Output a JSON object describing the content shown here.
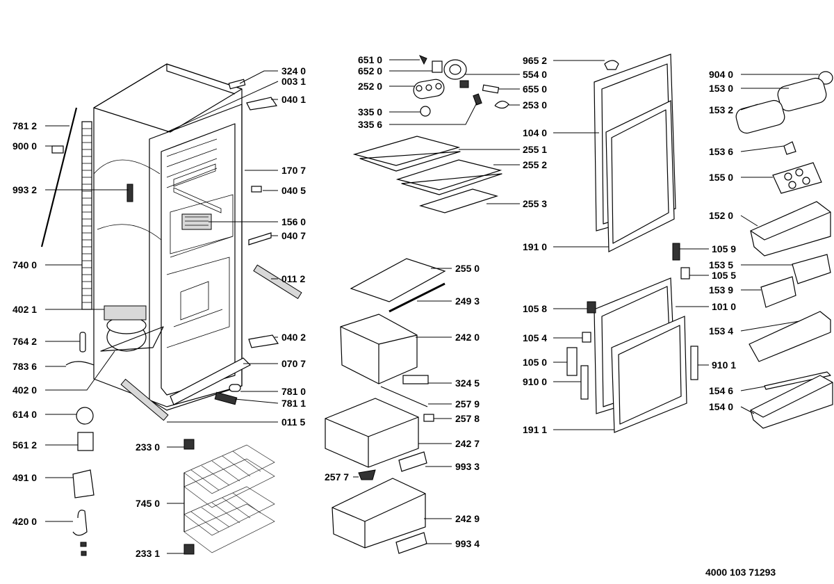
{
  "drawing_number": "4000 103 71293",
  "labels": {
    "p781_2": "781 2",
    "p900_0": "900 0",
    "p993_2": "993 2",
    "p740_0": "740 0",
    "p402_1": "402 1",
    "p764_2": "764 2",
    "p783_6": "783 6",
    "p402_0": "402 0",
    "p614_0": "614 0",
    "p561_2": "561 2",
    "p491_0": "491 0",
    "p420_0": "420 0",
    "p324_0": "324 0",
    "p003_1": "003 1",
    "p040_1": "040 1",
    "p170_7": "170 7",
    "p040_5": "040 5",
    "p156_0": "156 0",
    "p040_7": "040 7",
    "p011_2": "011 2",
    "p040_2": "040 2",
    "p070_7": "070 7",
    "p781_0": "781 0",
    "p781_1": "781 1",
    "p011_5": "011 5",
    "p233_0": "233 0",
    "p745_0": "745 0",
    "p233_1": "233 1",
    "p651_0": "651 0",
    "p652_0": "652 0",
    "p252_0": "252 0",
    "p335_0": "335 0",
    "p335_6": "335 6",
    "p554_0": "554 0",
    "p655_0": "655 0",
    "p253_0": "253 0",
    "p255_1": "255 1",
    "p255_2": "255 2",
    "p255_3": "255 3",
    "p255_0": "255 0",
    "p249_3": "249 3",
    "p242_0": "242 0",
    "p324_5": "324 5",
    "p257_9": "257 9",
    "p257_8": "257 8",
    "p242_7": "242 7",
    "p993_3": "993 3",
    "p257_7": "257 7",
    "p242_9": "242 9",
    "p993_4": "993 4",
    "p965_2": "965 2",
    "p104_0": "104 0",
    "p191_0": "191 0",
    "p105_8": "105 8",
    "p105_4": "105 4",
    "p105_0": "105 0",
    "p910_0": "910 0",
    "p191_1": "191 1",
    "p101_0": "101 0",
    "p910_1": "910 1",
    "p904_0": "904 0",
    "p153_0": "153 0",
    "p153_2": "153 2",
    "p153_6": "153 6",
    "p155_0": "155 0",
    "p152_0": "152 0",
    "p105_9": "105 9",
    "p153_5": "153 5",
    "p105_5": "105 5",
    "p153_9": "153 9",
    "p153_4": "153 4",
    "p154_6": "154 6",
    "p154_0": "154 0"
  }
}
